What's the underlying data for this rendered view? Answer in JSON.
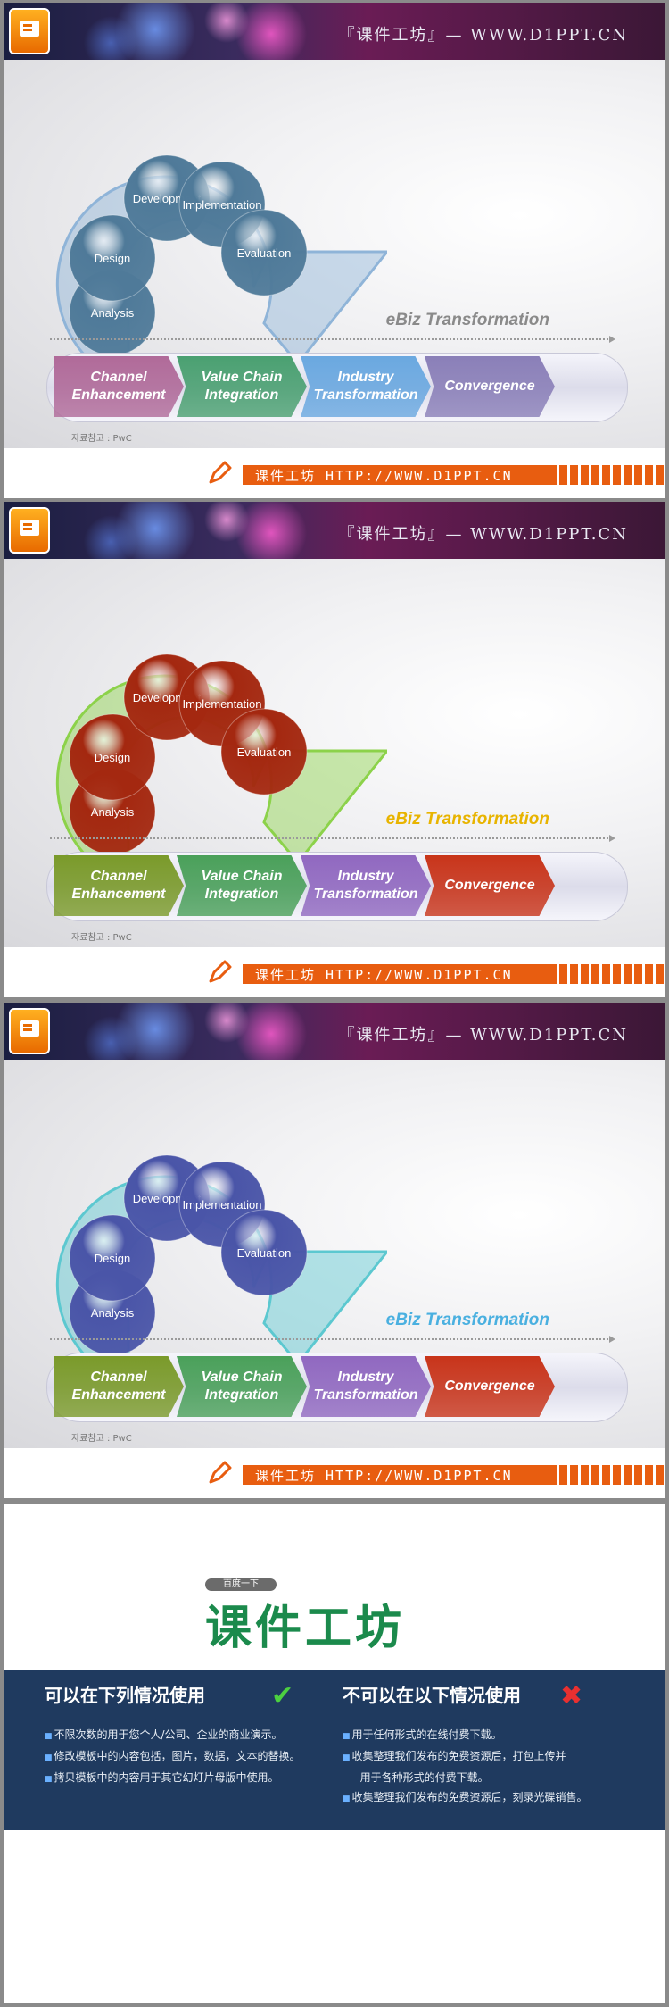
{
  "slides": [
    {
      "banner_text": "『课件工坊』— WWW.D1PPT.CN",
      "cycle_labels": [
        "Analysis",
        "Design",
        "Development",
        "Implementation",
        "Evaluation"
      ],
      "ebiz_label": "eBiz Transformation",
      "ebiz_color": "#8a8a8a",
      "ball_color": "#4f7a99",
      "arrow_color": "#8fb4d8",
      "stages": [
        {
          "label": "Channel\nEnhancement",
          "color": "#b06a99"
        },
        {
          "label": "Value Chain\nIntegration",
          "color": "#4aa071"
        },
        {
          "label": "Industry\nTransformation",
          "color": "#6aa8e0"
        },
        {
          "label": "Convergence",
          "color": "#8a7fb8"
        }
      ],
      "source": "자료참고 : PwC",
      "footer_text": "课件工坊 HTTP://WWW.D1PPT.CN"
    },
    {
      "banner_text": "『课件工坊』— WWW.D1PPT.CN",
      "cycle_labels": [
        "Analysis",
        "Design",
        "Development",
        "Implementation",
        "Evaluation"
      ],
      "ebiz_label": "eBiz Transformation",
      "ebiz_color": "#e8b400",
      "ball_color": "#a42810",
      "arrow_color": "#8cd24a",
      "stages": [
        {
          "label": "Channel\nEnhancement",
          "color": "#7a9a2a"
        },
        {
          "label": "Value Chain\nIntegration",
          "color": "#4aa05a"
        },
        {
          "label": "Industry\nTransformation",
          "color": "#9068c0"
        },
        {
          "label": "Convergence",
          "color": "#c8341a"
        }
      ],
      "source": "자료참고 : PwC",
      "footer_text": "课件工坊 HTTP://WWW.D1PPT.CN"
    },
    {
      "banner_text": "『课件工坊』— WWW.D1PPT.CN",
      "cycle_labels": [
        "Analysis",
        "Design",
        "Development",
        "Implementation",
        "Evaluation"
      ],
      "ebiz_label": "eBiz Transformation",
      "ebiz_color": "#4ab0e0",
      "ball_color": "#4a55a8",
      "arrow_color": "#5cc8d0",
      "stages": [
        {
          "label": "Channel\nEnhancement",
          "color": "#7a9a2a"
        },
        {
          "label": "Value Chain\nIntegration",
          "color": "#4aa05a"
        },
        {
          "label": "Industry\nTransformation",
          "color": "#9068c0"
        },
        {
          "label": "Convergence",
          "color": "#c8341a"
        }
      ],
      "source": "자료참고 : PwC",
      "footer_text": "课件工坊 HTTP://WWW.D1PPT.CN"
    }
  ],
  "brand": {
    "badge": "百度一下",
    "name": "课件工坊"
  },
  "usage": {
    "allowed_title": "可以在下列情况使用",
    "allowed": [
      "不限次数的用于您个人/公司、企业的商业演示。",
      "修改模板中的内容包括，图片，数据，文本的替换。",
      "拷贝模板中的内容用于其它幻灯片母版中使用。"
    ],
    "denied_title": "不可以在以下情况使用",
    "denied": [
      "用于任何形式的在线付费下载。",
      "收集整理我们发布的免费资源后，打包上传并",
      "  用于各种形式的付费下载。",
      "收集整理我们发布的免费资源后，刻录光碟销售。"
    ],
    "check_icon": "check-icon",
    "cross_icon": "cross-icon"
  }
}
